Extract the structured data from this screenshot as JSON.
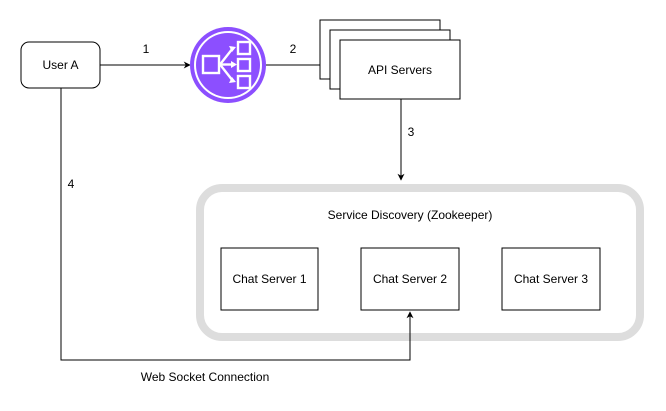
{
  "nodes": {
    "user": "User A",
    "api_servers": "API Servers",
    "service_discovery": "Service Discovery (Zookeeper)",
    "chat_servers": [
      "Chat Server 1",
      "Chat Server 2",
      "Chat Server 3"
    ]
  },
  "edges": {
    "step1": "1",
    "step2": "2",
    "step3": "3",
    "step4": "4",
    "websocket": "Web Socket Connection"
  },
  "icons": {
    "load_balancer": "load-balancer-icon"
  },
  "colors": {
    "load_balancer_fill": "#8C4FFF",
    "group_border": "#DDDDDD",
    "stroke": "#000000"
  }
}
